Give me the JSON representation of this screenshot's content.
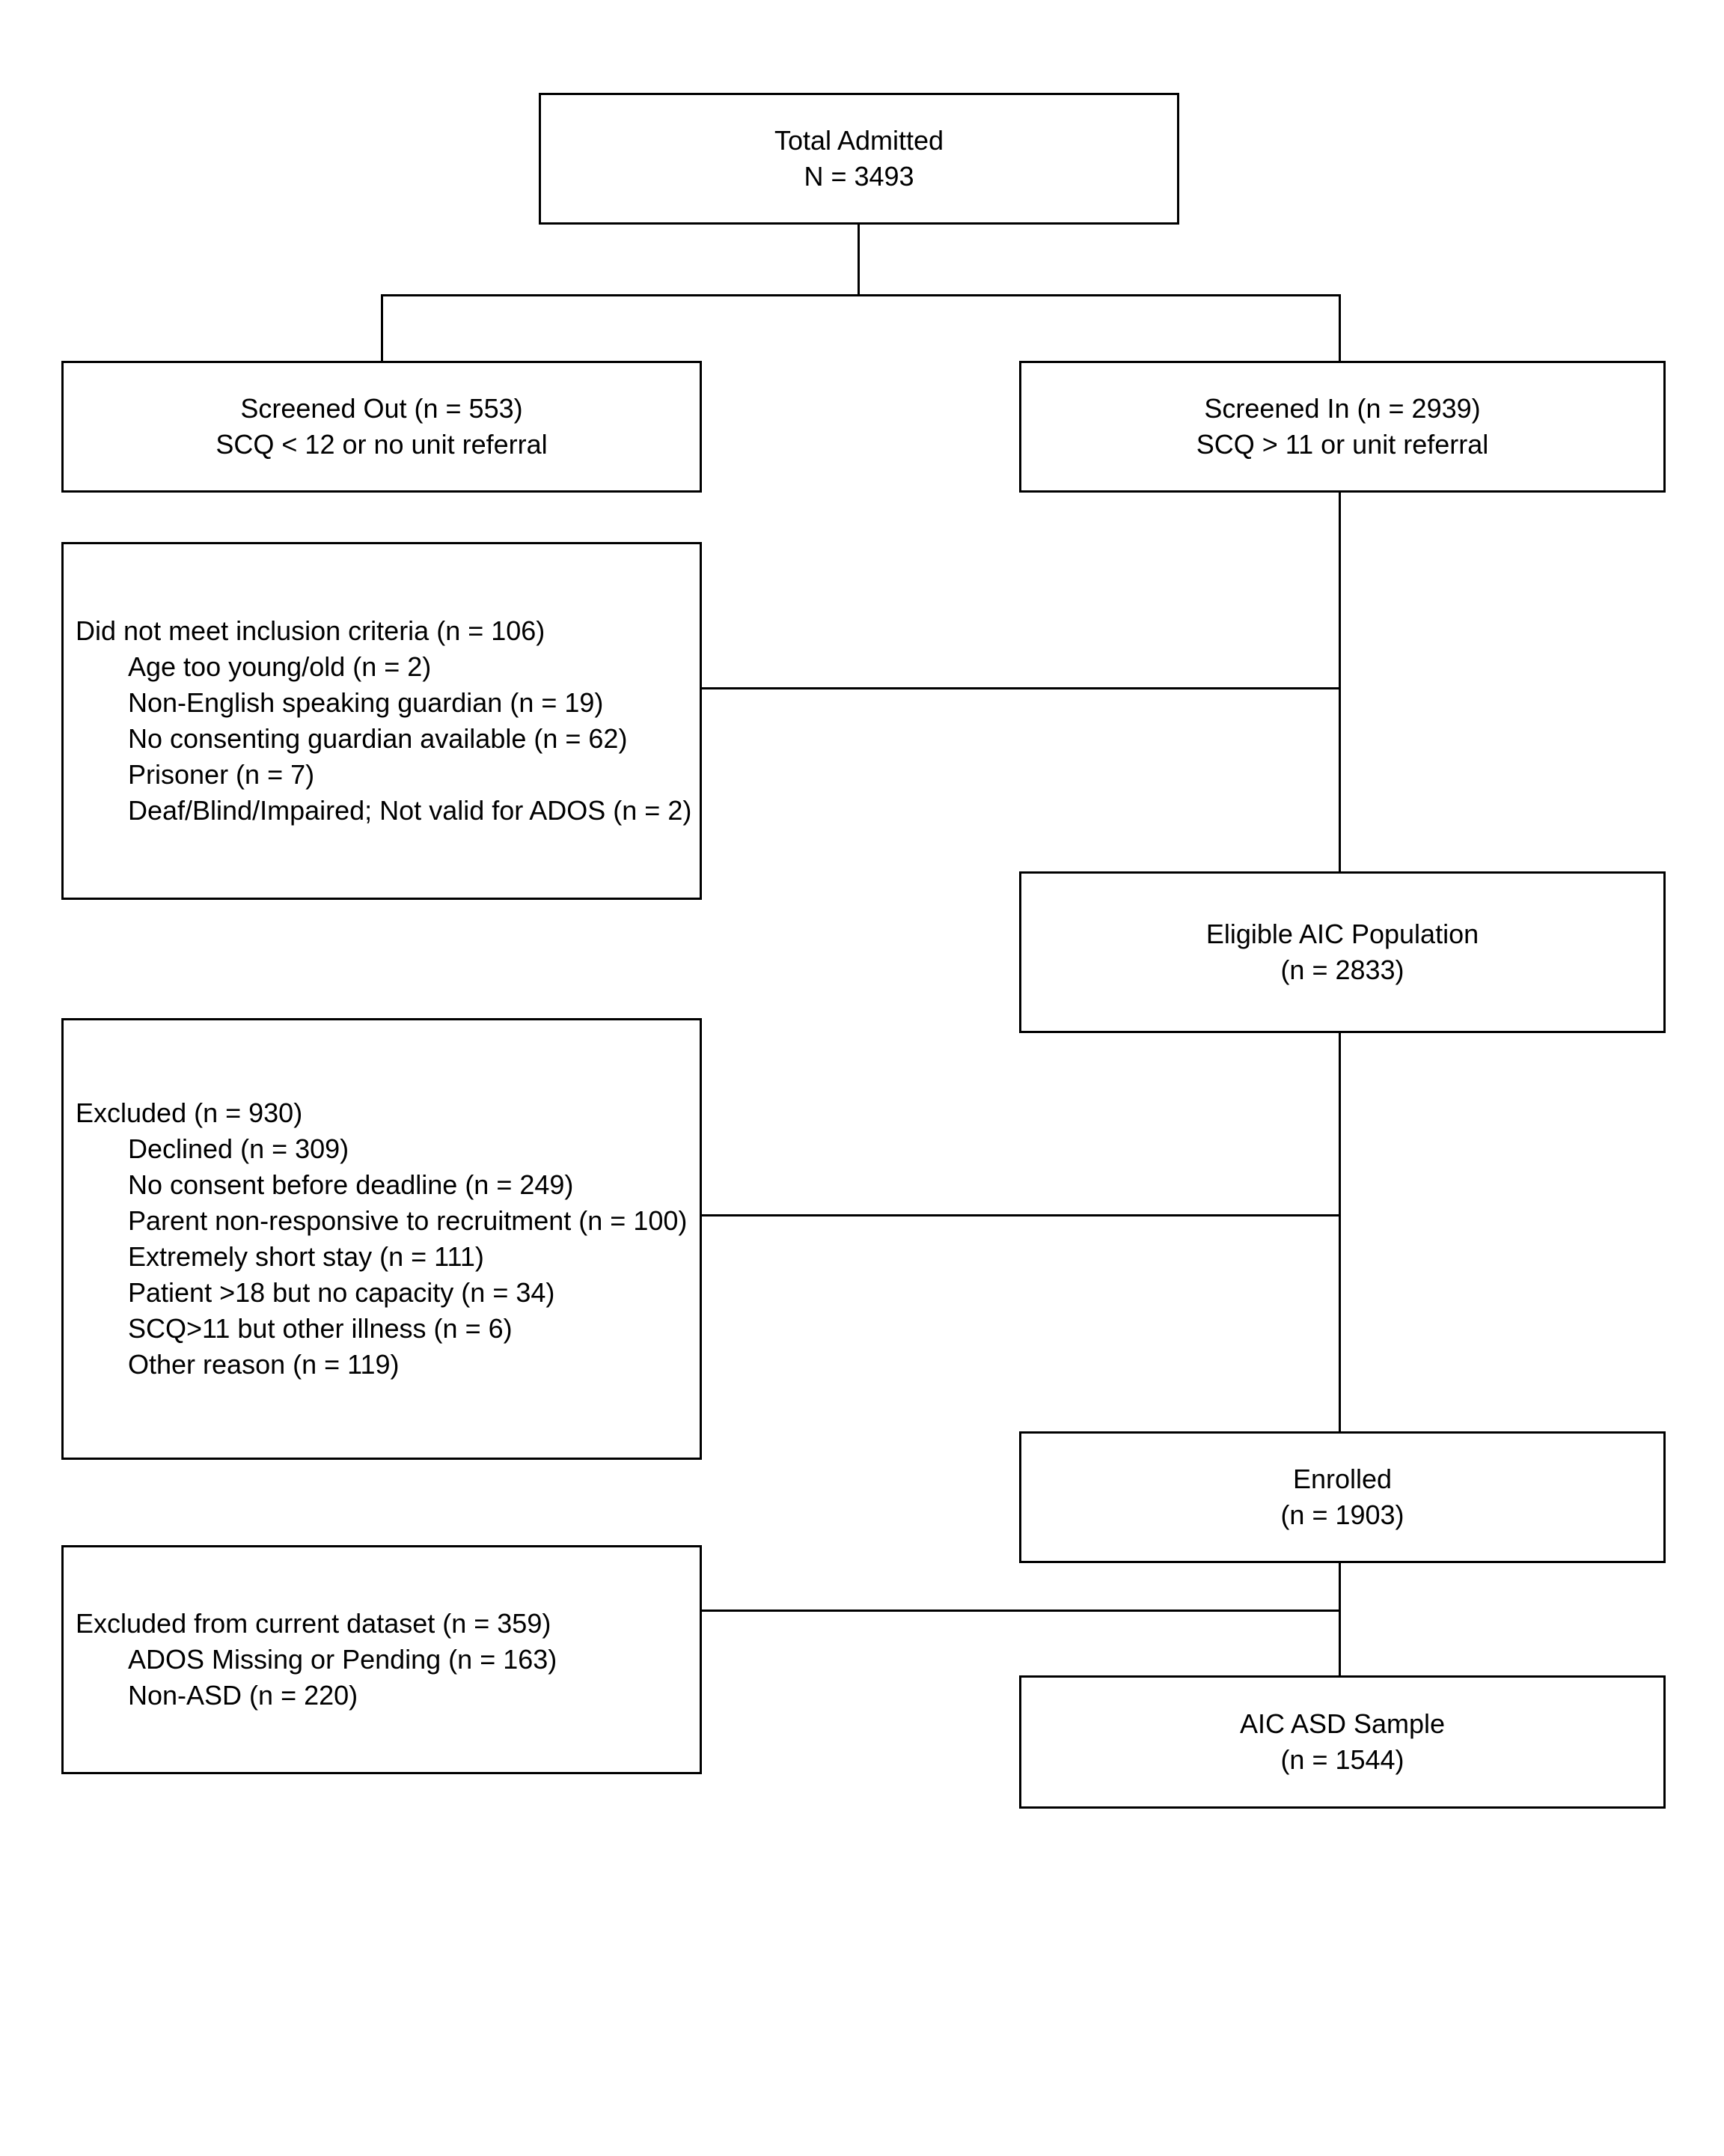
{
  "diagram": {
    "kind": "participant-flow-diagram",
    "background_color": "#ffffff",
    "line_color": "#000000",
    "text_color": "#000000",
    "boxes": {
      "total": {
        "lines": [
          "Total Admitted",
          "N = 3493"
        ]
      },
      "screened_out": {
        "lines": [
          "Screened Out (n = 553)",
          "SCQ < 12 or no unit referral"
        ]
      },
      "screened_in": {
        "lines": [
          "Screened In (n = 2939)",
          "SCQ > 11 or unit referral"
        ]
      },
      "not_meet": {
        "title": "Did not meet inclusion criteria (n = 106)",
        "items": [
          "Age too young/old (n = 2)",
          "Non-English speaking guardian (n = 19)",
          "No consenting guardian available (n = 62)",
          "Prisoner (n = 7)",
          "Deaf/Blind/Impaired; Not valid for ADOS (n = 2)"
        ]
      },
      "eligible": {
        "lines": [
          "Eligible AIC Population",
          "(n = 2833)"
        ]
      },
      "excluded": {
        "title": "Excluded (n = 930)",
        "items": [
          "Declined (n = 309)",
          "No consent before deadline (n = 249)",
          "Parent non-responsive to recruitment (n = 100)",
          "Extremely short stay (n = 111)",
          "Patient >18 but no capacity (n = 34)",
          "SCQ>11 but other illness (n = 6)",
          "Other reason (n = 119)"
        ]
      },
      "enrolled": {
        "lines": [
          "Enrolled",
          "(n = 1903)"
        ]
      },
      "excl_dataset": {
        "title": "Excluded from current dataset (n = 359)",
        "items": [
          "ADOS Missing or Pending (n = 163)",
          "Non-ASD (n = 220)"
        ]
      },
      "aic_asd": {
        "lines": [
          "AIC ASD Sample",
          "(n = 1544)"
        ]
      }
    }
  }
}
